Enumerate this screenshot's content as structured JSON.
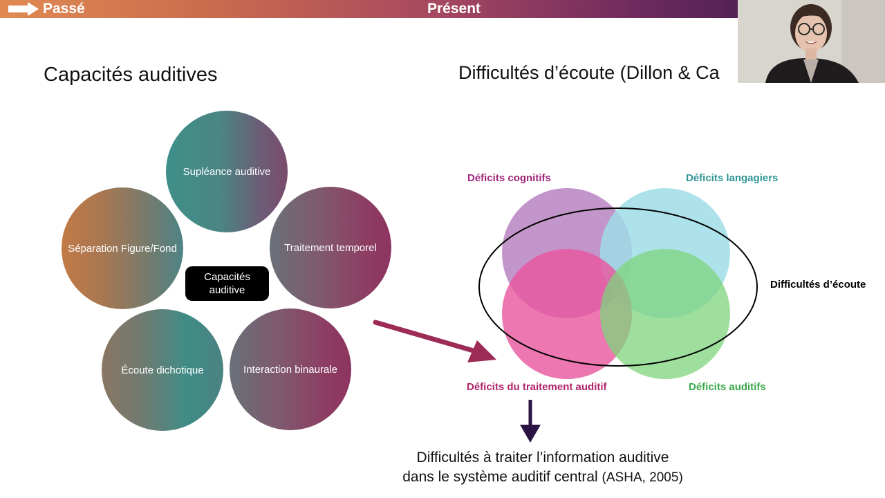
{
  "topbar": {
    "past_label": "Passé",
    "present_label": "Présent",
    "gradient": [
      "#e08a52",
      "#a54760",
      "#2c1548"
    ]
  },
  "left_panel": {
    "heading": "Capacités auditives",
    "center_label": "Capacités auditive",
    "circles": [
      {
        "label": "Supléance auditive"
      },
      {
        "label": "Séparation Figure/Fond"
      },
      {
        "label": "Traitement temporel"
      },
      {
        "label": "Écoute dichotique"
      },
      {
        "label": "Interaction binaurale"
      }
    ]
  },
  "right_panel": {
    "heading": "Difficultés d’écoute (Dillon & Ca",
    "venn": {
      "cognitive": {
        "label": "Déficits cognitifs",
        "color": "#a0257c",
        "fill": "#b984c2"
      },
      "language": {
        "label": "Déficits langagiers",
        "color": "#2e9594",
        "fill": "#9fdde8"
      },
      "auditory_processing": {
        "label": "Déficits du traitement auditif",
        "color": "#b02369",
        "fill": "#e8559c"
      },
      "auditory": {
        "label": "Déficits auditifs",
        "color": "#39a84a",
        "fill": "#7fd47e"
      },
      "listening": {
        "label": "Difficultés d’écoute",
        "color": "#000000"
      }
    },
    "arrow_color": "#9c2c56",
    "down_arrow_color": "#2a1545"
  },
  "bottom": {
    "line1": "Difficultés à traiter l’information auditive",
    "line2": "dans le système auditif central",
    "citation": "(ASHA, 2005)"
  },
  "webcam": {
    "icon": "presenter-video"
  }
}
